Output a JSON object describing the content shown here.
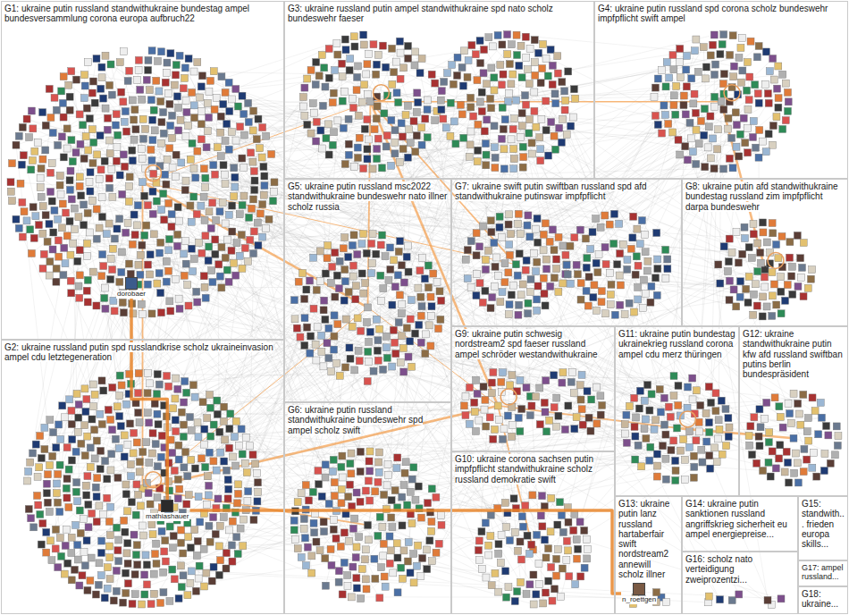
{
  "diagram": {
    "nodes": [
      {
        "text": [
          "G1: ukraine putin russland standwithukraine bundestag ampel bundesversammlung corona europa aufbruch22"
        ]
      },
      {
        "text": [
          "dorobaer"
        ],
        "in": 0
      },
      {
        "text": [
          "G2: ukraine russland putin spd russlandkrise scholz ukraineinvasion ampel cdu letztegeneration"
        ]
      },
      {
        "text": [
          "mathiashauer"
        ],
        "in": 2
      },
      {
        "text": [
          "G3: ukraine russland putin ampel standwithukraine spd nato scholz bundeswehr faeser"
        ]
      },
      {
        "text": [
          "G4: ukraine putin russland spd corona scholz bundeswehr impfpflicht swift ampel"
        ]
      },
      {
        "text": [
          "G5: ukraine putin russland msc2022 standwithukraine bundeswehr nato illner scholz russia"
        ]
      },
      {
        "text": [
          "G6: ukraine putin russland standwithukraine bundeswehr spd ampel scholz swift"
        ]
      },
      {
        "text": [
          "G7: ukraine swift putin swiftban russland spd afd standwithukraine putinswar impfpflicht"
        ]
      },
      {
        "text": [
          "G8: ukraine putin afd standwithukraine bundestag russland zim impfpflicht darpa bundeswehr"
        ]
      },
      {
        "text": [
          "G9: ukraine putin schwesig nordstream2 spd faeser russland ampel schröder westandwithukraine"
        ]
      },
      {
        "text": [
          "G10: ukraine corona sachsen putin impfpflicht standwithukraine scholz russland demokratie swift"
        ]
      },
      {
        "text": [
          "G11: ukraine putin bundestag ukrainekrieg russland corona ampel cdu merz thüringen"
        ]
      },
      {
        "text": [
          "G12: ukraine standwithukraine putin kfw afd russland swiftban putins berlin bundespräsident"
        ]
      },
      {
        "text": [
          "G13: ukraine putin lanz russland hartaberfair swift nordstream2 annewill scholz illner"
        ]
      },
      {
        "text": [
          "n_roettgen"
        ],
        "in": 14
      },
      {
        "text": [
          "G14: ukraine putin sanktionen russland angriffskrieg sicherheit eu ampel energiepreise..."
        ]
      },
      {
        "text": [
          "G15: standwith... frieden europa skills..."
        ]
      },
      {
        "text": [
          "G16: scholz nato verteidigung zweiprozentzi..."
        ]
      },
      {
        "text": [
          "G17: ampel russland..."
        ]
      },
      {
        "text": [
          "G18: ukraine..."
        ]
      }
    ],
    "edges": [
      {
        "from": 3,
        "to": 1,
        "arrow": "none"
      },
      {
        "from": 3,
        "to": 15,
        "arrow": "none"
      }
    ]
  }
}
